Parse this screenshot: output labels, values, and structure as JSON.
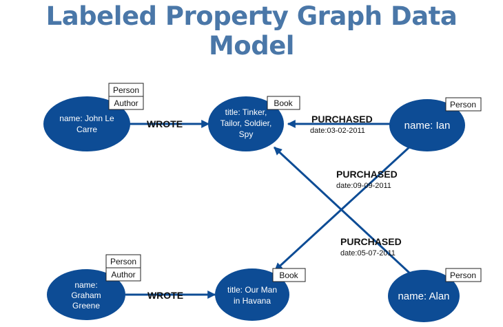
{
  "title": "Labeled Property Graph Data Model",
  "nodes": {
    "john_le_carre": {
      "lines": [
        "name: John Le",
        "Carre"
      ],
      "labels": [
        "Person",
        "Author"
      ]
    },
    "tinker_tailor": {
      "lines": [
        "title: Tinker,",
        "Tailor, Soldier,",
        "Spy"
      ],
      "labels": [
        "Book"
      ]
    },
    "ian": {
      "lines": [
        "name: Ian"
      ],
      "labels": [
        "Person"
      ]
    },
    "graham_greene": {
      "lines": [
        "name:",
        "Graham",
        "Greene"
      ],
      "labels": [
        "Person",
        "Author"
      ]
    },
    "our_man": {
      "lines": [
        "title: Our Man",
        "in Havana"
      ],
      "labels": [
        "Book"
      ]
    },
    "alan": {
      "lines": [
        "name: Alan"
      ],
      "labels": [
        "Person"
      ]
    }
  },
  "edges": {
    "wrote_1": {
      "type": "WROTE"
    },
    "wrote_2": {
      "type": "WROTE"
    },
    "purchased_ian_tinker": {
      "type": "PURCHASED",
      "property": "date:03-02-2011"
    },
    "purchased_ian_ourman": {
      "type": "PURCHASED",
      "property": "date:09-09-2011"
    },
    "purchased_alan_tinker": {
      "type": "PURCHASED",
      "property": "date:05-07-2011"
    }
  },
  "colors": {
    "title": "#4a77a8",
    "node": "#0d4c95",
    "edge": "#0d4c95"
  }
}
